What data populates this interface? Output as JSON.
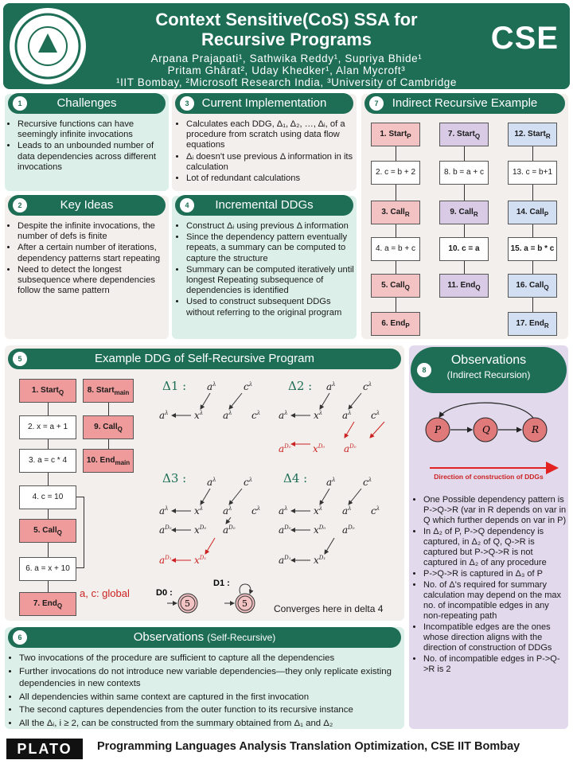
{
  "header": {
    "title1": "Context Sensitive(CoS) SSA for",
    "title2": "Recursive Programs",
    "authors1": "Arpana Prajapati¹, Sathwika Reddy¹, Supriya Bhide¹",
    "authors2": "Pritam Ghārat², Uday Khedker¹, Alan Mycroft³",
    "affil": "¹IIT Bombay, ²Microsoft Research India, ³University of Cambridge",
    "logo_right": "CSE"
  },
  "s1": {
    "num": "1",
    "title": "Challenges",
    "items": [
      "Recursive functions can have seemingly infinite invocations",
      "Leads to an unbounded number of data dependencies across different invocations"
    ]
  },
  "s2": {
    "num": "2",
    "title": "Key Ideas",
    "items": [
      "Despite the infinite invocations, the number of defs is finite",
      "After a certain number of iterations, dependency patterns start repeating",
      "Need to detect the longest subsequence where dependencies follow the same pattern"
    ]
  },
  "s3": {
    "num": "3",
    "title": "Current Implementation",
    "items": [
      "Calculates each DDG, Δ₁, Δ₂, …, Δᵢ, of a procedure from scratch using data flow equations",
      "Δᵢ doesn't use previous Δ information in its calculation",
      "Lot of redundant calculations"
    ]
  },
  "s4": {
    "num": "4",
    "title": "Incremental DDGs",
    "items": [
      "Construct Δᵢ using previous Δ information",
      "Since the dependency pattern eventually repeats, a summary can be computed to capture the structure",
      "Summary can be computed iteratively until longest Repeating subsequence of dependencies is identified",
      "Used to construct subsequent DDGs without referring to the original program"
    ]
  },
  "s7": {
    "num": "7",
    "title": "Indirect Recursive Example",
    "col_p": [
      "1. Start_P",
      "2. c = b + 2",
      "3.  Call_R",
      "4. a = b + c",
      "5. Call_Q",
      "6.  End_P"
    ],
    "col_q": [
      "7. Start_Q",
      "8. b = a + c",
      "9.  Call_R",
      "10. c = a",
      "11. End_Q"
    ],
    "col_r": [
      "12. Start_R",
      "13. c = b+1",
      "14. Call_P",
      "15. a = b * c",
      "16. Call_Q",
      "17. End_R"
    ]
  },
  "s5": {
    "num": "5",
    "title": "Example DDG of Self-Recursive Program",
    "left_boxes": [
      "1. Start_Q",
      "2. x = a + 1",
      "3. a = c * 4",
      "4.  c = 10",
      "5.  Call_Q",
      "6. a = x + 10",
      "7.  End_Q"
    ],
    "main_boxes": [
      "8. Start_main",
      "9. Call_Q",
      "10. End_main"
    ],
    "global_note": "a, c: global",
    "d1": "Δ1 :",
    "d2": "Δ2 :",
    "d3": "Δ3 :",
    "d4": "Δ4 :",
    "d0_label": "D0 :",
    "d1_label": "D1 :",
    "node5": "5",
    "converge": "Converges here in delta 4"
  },
  "s8": {
    "num": "8",
    "title": "Observations",
    "subtitle": "(Indirect Recursion)",
    "nodes": [
      "P",
      "Q",
      "R"
    ],
    "arrow_label": "Direction of construction of DDGs",
    "items": [
      "One Possible dependency pattern is P->Q->R (var in R depends on var in Q which further depends on var in P)",
      "In Δ₂ of P, P->Q dependency is captured, in Δ₂ of Q, Q->R is captured but P->Q->R is not captured in Δ₂ of any procedure",
      "P->Q->R is captured in Δ₃ of P",
      "No. of Δ's required for summary calculation may depend on the max no. of incompatible edges in any non-repeating path",
      "Incompatible edges are the ones whose direction aligns with the direction of construction of DDGs",
      "No. of incompatible edges in P->Q->R is 2"
    ]
  },
  "s6": {
    "num": "6",
    "title": "Observations",
    "title_small": "(Self-Recursive)",
    "items": [
      "Two invocations of the procedure are sufficient to capture all the dependencies",
      "Further invocations do not introduce new variable dependencies—they only replicate existing dependencies in new contexts",
      "All dependencies within same context are captured in the first invocation",
      "The second captures dependencies from the outer function to its recursive instance",
      "All the Δᵢ, i ≥ 2, can be constructed from the summary obtained from Δ₁ and Δ₂"
    ]
  },
  "footer": {
    "plato": "PLATO",
    "text": "Programming Languages Analysis Translation Optimization, CSE IIT Bombay"
  },
  "colors": {
    "green": "#1e6e56",
    "red": "#cc2222"
  }
}
